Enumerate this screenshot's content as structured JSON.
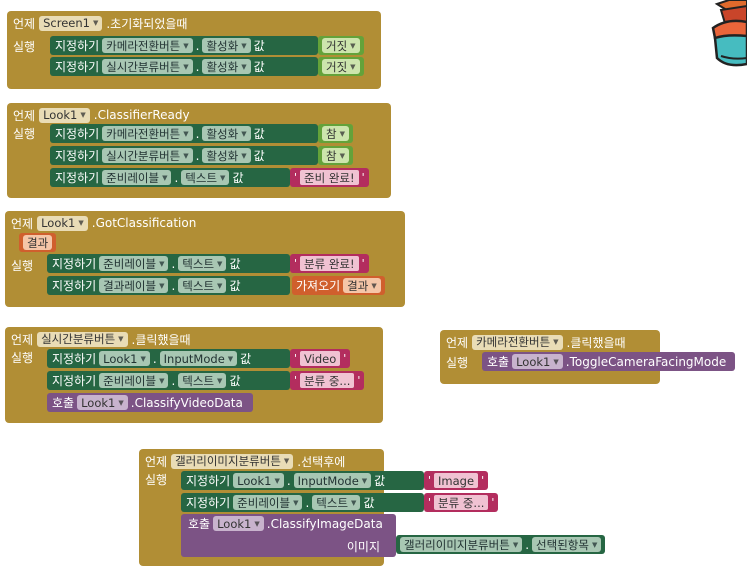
{
  "kw": {
    "when": "언제",
    "do": "실행",
    "set": "지정하기",
    "to": "값",
    "call": "호출",
    "dot": ".",
    "get": "가져오기",
    "quote": "'",
    "image_arg": "이미지"
  },
  "block1": {
    "component": "Screen1",
    "event": ".초기화되었을때",
    "rows": [
      {
        "comp": "카메라전환버튼",
        "prop": "활성화",
        "value": "거짓"
      },
      {
        "comp": "실시간분류버튼",
        "prop": "활성화",
        "value": "거짓"
      }
    ]
  },
  "block2": {
    "component": "Look1",
    "event": ".ClassifierReady",
    "rows": [
      {
        "comp": "카메라전환버튼",
        "prop": "활성화",
        "value": "참"
      },
      {
        "comp": "실시간분류버튼",
        "prop": "활성화",
        "value": "참"
      },
      {
        "comp": "준비레이블",
        "prop": "텍스트",
        "value": "준비 완료!"
      }
    ]
  },
  "block3": {
    "component": "Look1",
    "event": ".GotClassification",
    "param": "결과",
    "rows": [
      {
        "comp": "준비레이블",
        "prop": "텍스트",
        "value": "분류 완료!"
      },
      {
        "comp": "결과레이블",
        "prop": "텍스트",
        "value": "결과"
      }
    ]
  },
  "block4": {
    "component": "실시간분류버튼",
    "event": ".클릭했을때",
    "rows": [
      {
        "comp": "Look1",
        "prop": "InputMode",
        "value": "Video"
      },
      {
        "comp": "준비레이블",
        "prop": "텍스트",
        "value": "분류 중..."
      }
    ],
    "call_comp": "Look1",
    "call_method": ".ClassifyVideoData"
  },
  "block5": {
    "component": "카메라전환버튼",
    "event": ".클릭했을때",
    "call_comp": "Look1",
    "call_method": ".ToggleCameraFacingMode"
  },
  "block6": {
    "component": "갤러리이미지분류버튼",
    "event": ".선택후에",
    "rows": [
      {
        "comp": "Look1",
        "prop": "InputMode",
        "value": "Image"
      },
      {
        "comp": "준비레이블",
        "prop": "텍스트",
        "value": "분류 중..."
      }
    ],
    "call_comp": "Look1",
    "call_method": ".ClassifyImageData",
    "arg_comp": "갤러리이미지분류버튼",
    "arg_prop": "선택된항목"
  },
  "colors": {
    "event": "#b18e35",
    "setter": "#266643",
    "call": "#7c5385",
    "text": "#b32d5e",
    "logic": "#64a23a",
    "variable": "#d05f2d"
  },
  "icons": {
    "dropdown": "chevron-down-icon",
    "corner": "backpack-icon"
  }
}
